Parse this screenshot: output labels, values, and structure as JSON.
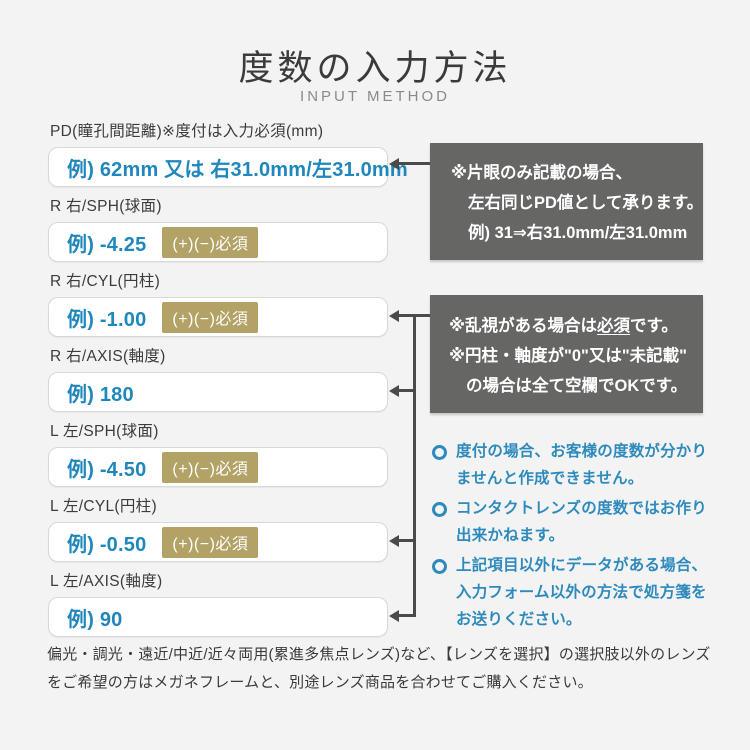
{
  "header": {
    "title": "度数の入力方法",
    "subtitle": "INPUT METHOD"
  },
  "fields": [
    {
      "label": "PD(瞳孔間距離)※度付は入力必須(mm)",
      "example": "例) 62mm 又は 右31.0mm/左31.0mm",
      "badge": ""
    },
    {
      "label": "R 右/SPH(球面)",
      "example": "例) -4.25",
      "badge": "(+)(−)必須"
    },
    {
      "label": "R 右/CYL(円柱)",
      "example": "例) -1.00",
      "badge": "(+)(−)必須"
    },
    {
      "label": "R 右/AXIS(軸度)",
      "example": "例) 180",
      "badge": ""
    },
    {
      "label": "L 左/SPH(球面)",
      "example": "例) -4.50",
      "badge": "(+)(−)必須"
    },
    {
      "label": "L 左/CYL(円柱)",
      "example": "例) -0.50",
      "badge": "(+)(−)必須"
    },
    {
      "label": "L 左/AXIS(軸度)",
      "example": "例) 90",
      "badge": ""
    }
  ],
  "callouts": {
    "pd_note": {
      "line1": "※片眼のみ記載の場合、",
      "line2": "左右同じPD値として承ります。",
      "line3": "例) 31⇒右31.0mm/左31.0mm"
    },
    "cyl_note": {
      "line1_pre": "※乱視がある場合は",
      "line1_underline": "必須",
      "line1_post": "です。",
      "line2": "※円柱・軸度が\"0\"又は\"未記載\"",
      "line3": "の場合は全て空欄でOKです。"
    }
  },
  "notes": [
    "度付の場合、お客様の度数が分かりませんと作成できません。",
    "コンタクトレンズの度数ではお作り出来かねます。",
    "上記項目以外にデータがある場合、入力フォーム以外の方法で処方箋をお送りください。"
  ],
  "footer": "偏光・調光・遠近/中近/近々両用(累進多焦点レンズ)など、【レンズを選択】の選択肢以外のレンズをご希望の方はメガネフレームと、別途レンズ商品を合わせてご購入ください。",
  "colors": {
    "background": "#f2f3f2",
    "accent_blue": "#2e8abd",
    "example_blue": "#1f87bc",
    "badge_gold": "#b3a266",
    "callout_gray": "#666665",
    "arrow_gray": "#4a4a4a"
  }
}
